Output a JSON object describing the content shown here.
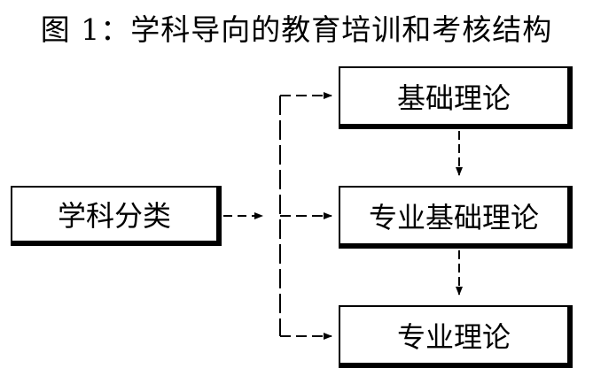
{
  "figure": {
    "title": "图 1：学科导向的教育培训和考核结构"
  },
  "nodes": {
    "discipline": "学科分类",
    "basic_theory": "基础理论",
    "professional_basic_theory": "专业基础理论",
    "professional_theory": "专业理论"
  },
  "edges": [
    {
      "from": "discipline",
      "to": "basic_theory"
    },
    {
      "from": "discipline",
      "to": "professional_basic_theory"
    },
    {
      "from": "discipline",
      "to": "professional_theory"
    },
    {
      "from": "basic_theory",
      "to": "professional_basic_theory"
    },
    {
      "from": "professional_basic_theory",
      "to": "professional_theory"
    }
  ],
  "style": {
    "line_color": "#000000",
    "background": "#ffffff",
    "line_style": "dashed"
  }
}
